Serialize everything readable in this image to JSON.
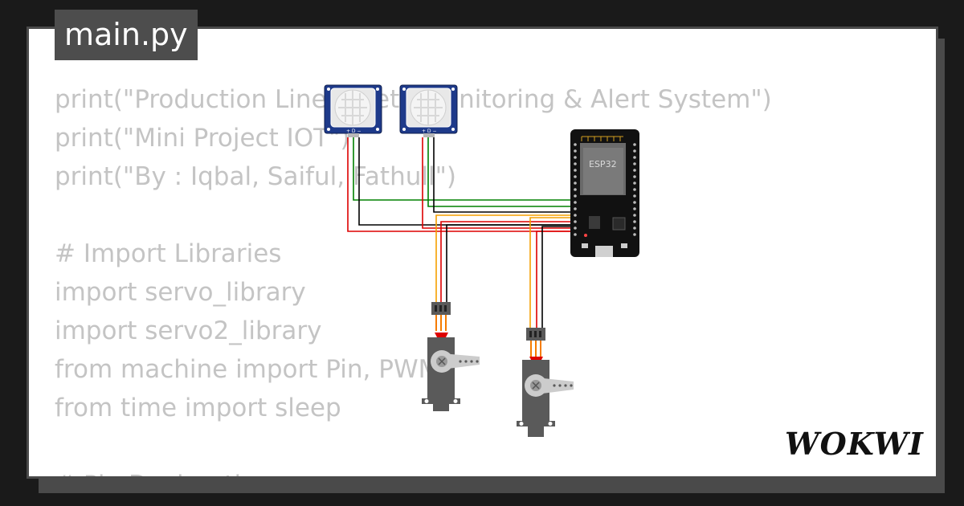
{
  "tab": {
    "filename": "main.py"
  },
  "code_lines": [
    "print(\"Production Line Safety Monitoring & Alert System\")",
    "print(\"Mini Project IOT\")",
    "print(\"By : Iqbal, Saiful, Fathull\")",
    "",
    "# Import Libraries",
    "import servo_library",
    "import servo2_library",
    "from machine import Pin, PWM",
    "from time import sleep",
    "",
    "# Pin Declaration"
  ],
  "esp32": {
    "label": "ESP32"
  },
  "logo": {
    "text": "WOKWI"
  },
  "colors": {
    "background": "#1a1a1a",
    "card": "#ffffff",
    "tab": "#4d4d4d",
    "code_text": "#c4c4c4",
    "pir_board": "#1e3a8a",
    "esp32_board": "#111111",
    "servo_body": "#5a5a5a",
    "wire_red": "#dd0000",
    "wire_black": "#000000",
    "wire_green": "#008000",
    "wire_orange": "#f5a000"
  }
}
